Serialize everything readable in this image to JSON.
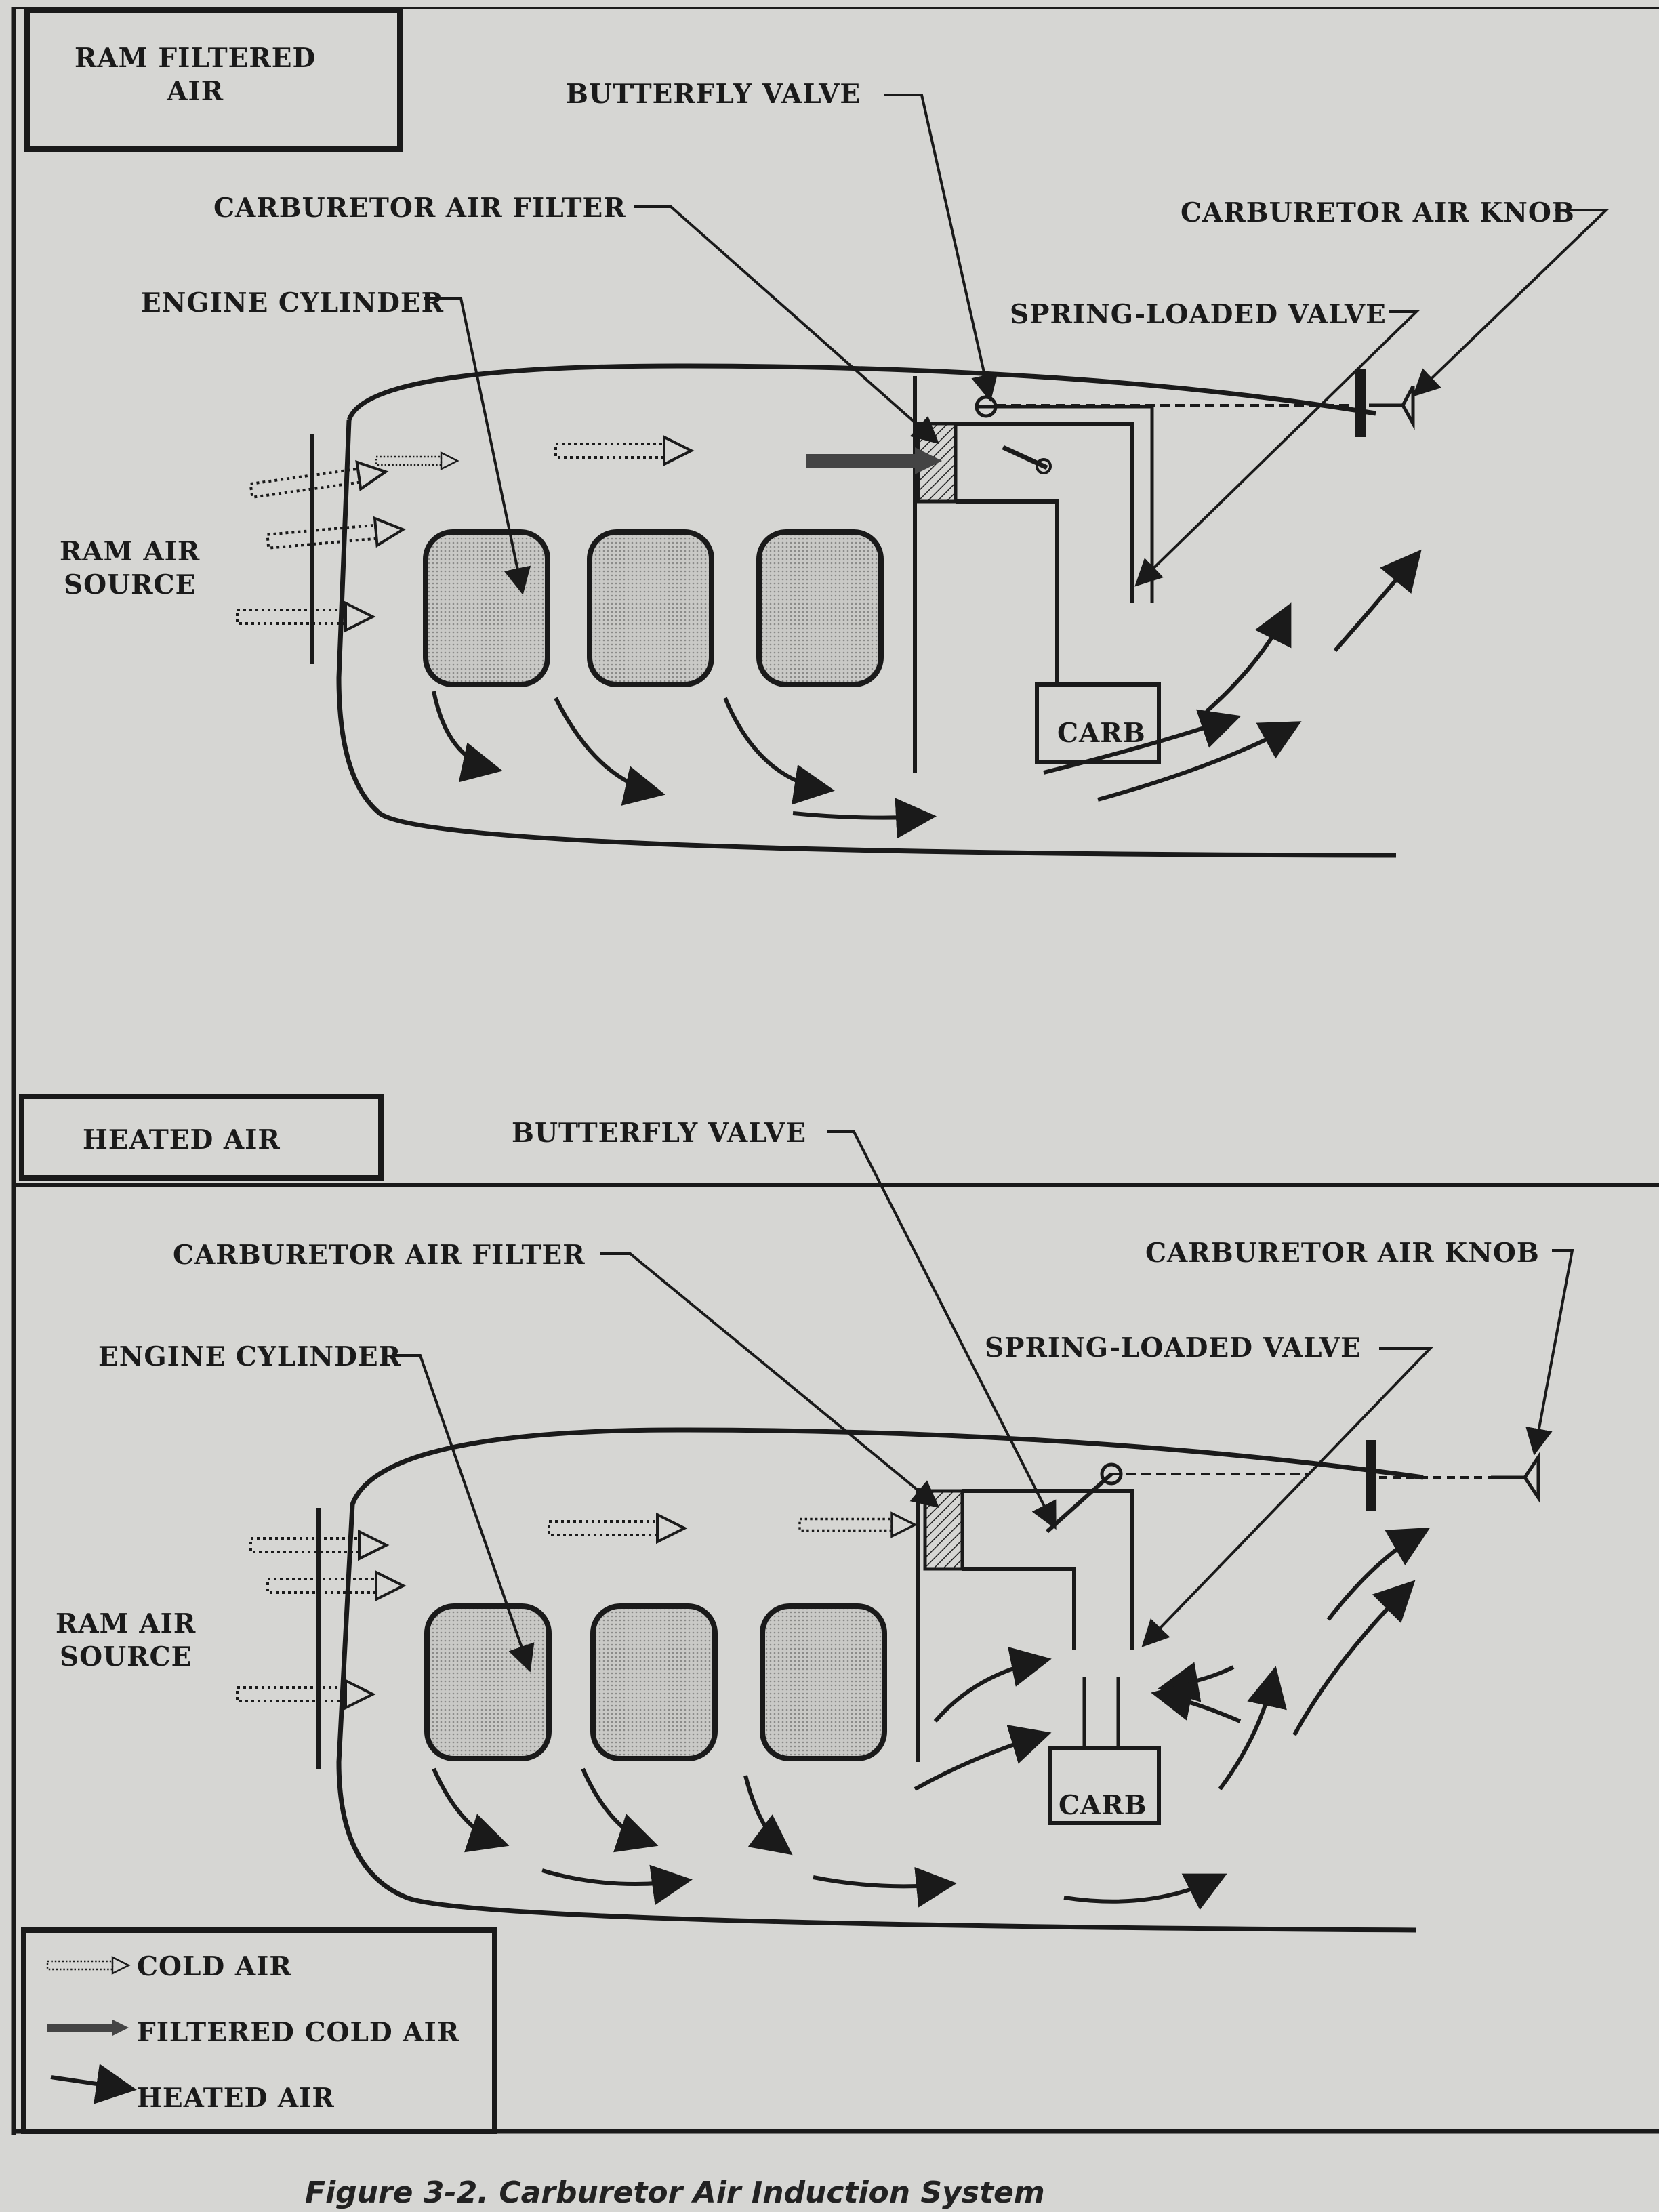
{
  "panels": [
    {
      "title_line1": "RAM FILTERED",
      "title_line2": "AIR",
      "labels": {
        "butterfly_valve": "BUTTERFLY VALVE",
        "carburetor_air_filter": "CARBURETOR AIR FILTER",
        "carburetor_air_knob": "CARBURETOR AIR KNOB",
        "engine_cylinder": "ENGINE CYLINDER",
        "spring_loaded_valve": "SPRING-LOADED VALVE",
        "ram_air_source_line1": "RAM AIR",
        "ram_air_source_line2": "SOURCE",
        "carb": "CARB"
      }
    },
    {
      "title_line1": "HEATED AIR",
      "labels": {
        "butterfly_valve": "BUTTERFLY VALVE",
        "carburetor_air_filter": "CARBURETOR AIR FILTER",
        "carburetor_air_knob": "CARBURETOR AIR KNOB",
        "engine_cylinder": "ENGINE CYLINDER",
        "spring_loaded_valve": "SPRING-LOADED VALVE",
        "ram_air_source_line1": "RAM AIR",
        "ram_air_source_line2": "SOURCE",
        "carb": "CARB"
      }
    }
  ],
  "legend": {
    "cold_air": "COLD AIR",
    "filtered_cold_air": "FILTERED COLD AIR",
    "heated_air": "HEATED AIR"
  },
  "caption": "Figure 3-2. Carburetor Air Induction System",
  "colors": {
    "ink": "#1a1a1a",
    "paper": "#d6d6d3",
    "cylinder_fill": "#b9b9b6"
  }
}
